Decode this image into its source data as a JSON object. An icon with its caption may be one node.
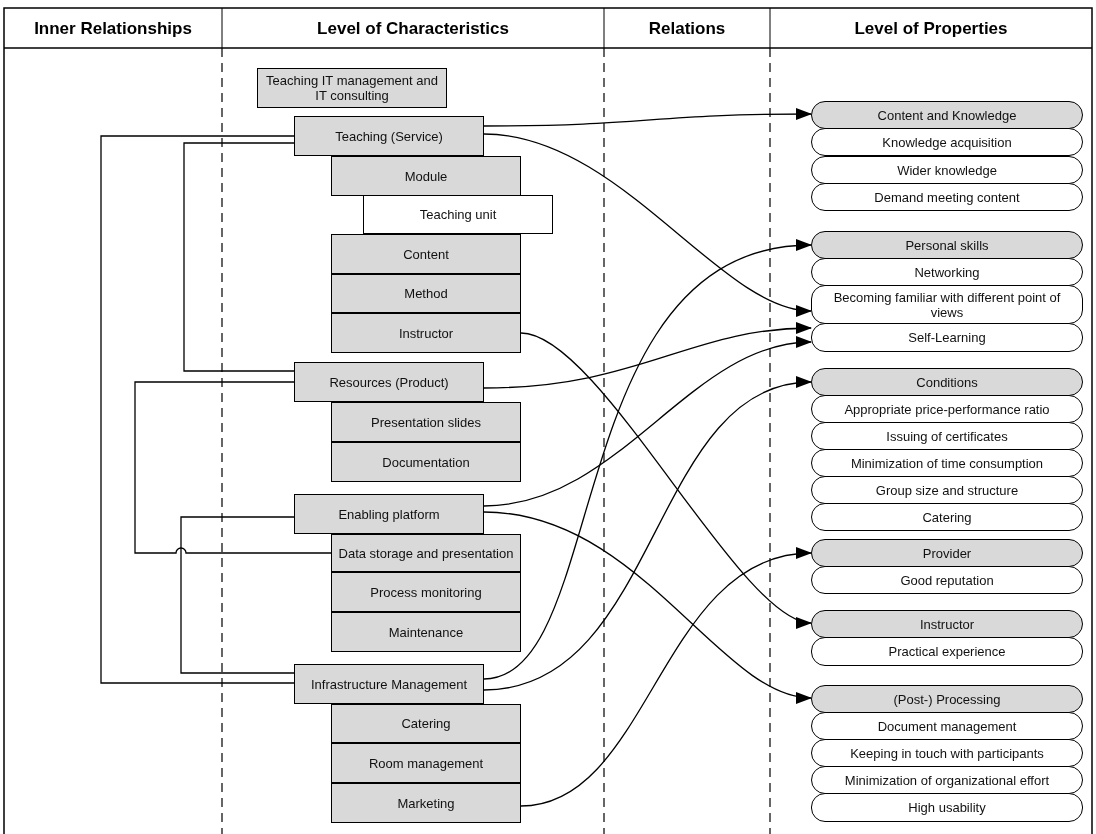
{
  "diagram": {
    "nodes": [
      {
        "text": [
          "Teaching IT management and IT consulting"
        ]
      },
      {
        "text": [
          "Teaching (Service)"
        ]
      },
      {
        "text": [
          "Module"
        ]
      },
      {
        "text": [
          "Teaching unit"
        ]
      },
      {
        "text": [
          "Content"
        ]
      },
      {
        "text": [
          "Method"
        ]
      },
      {
        "text": [
          "Instructor"
        ]
      },
      {
        "text": [
          "Resources (Product)"
        ]
      },
      {
        "text": [
          "Presentation slides"
        ]
      },
      {
        "text": [
          "Documentation"
        ]
      },
      {
        "text": [
          "Enabling platform"
        ]
      },
      {
        "text": [
          "Data storage and presentation"
        ]
      },
      {
        "text": [
          "Process monitoring"
        ]
      },
      {
        "text": [
          "Maintenance"
        ]
      },
      {
        "text": [
          "Infrastructure Management"
        ]
      },
      {
        "text": [
          "Catering"
        ]
      },
      {
        "text": [
          "Room management"
        ]
      },
      {
        "text": [
          "Marketing"
        ]
      },
      {
        "text": [
          "Content and Knowledge"
        ]
      },
      {
        "text": [
          "Knowledge acquisition"
        ]
      },
      {
        "text": [
          "Wider knowledge"
        ]
      },
      {
        "text": [
          "Demand meeting content"
        ]
      },
      {
        "text": [
          "Personal skills"
        ]
      },
      {
        "text": [
          "Networking"
        ]
      },
      {
        "text": [
          "Becoming familiar with different point of views"
        ]
      },
      {
        "text": [
          "Self-Learning"
        ]
      },
      {
        "text": [
          "Conditions"
        ]
      },
      {
        "text": [
          "Appropriate price-performance ratio"
        ]
      },
      {
        "text": [
          "Issuing of certificates"
        ]
      },
      {
        "text": [
          "Minimization of time consumption"
        ]
      },
      {
        "text": [
          "Group size and structure"
        ]
      },
      {
        "text": [
          "Catering"
        ]
      },
      {
        "text": [
          "Provider"
        ]
      },
      {
        "text": [
          "Good reputation"
        ]
      },
      {
        "text": [
          "Instructor"
        ]
      },
      {
        "text": [
          "Practical experience"
        ]
      },
      {
        "text": [
          "(Post-) Processing"
        ]
      },
      {
        "text": [
          "Document management"
        ]
      },
      {
        "text": [
          "Keeping in touch with participants"
        ]
      },
      {
        "text": [
          "Minimization of organizational effort"
        ]
      },
      {
        "text": [
          "High usability"
        ]
      }
    ],
    "edges": [
      {
        "from": 1,
        "to": 14,
        "arrow": "none"
      },
      {
        "from": 1,
        "to": 7,
        "arrow": "none"
      },
      {
        "from": 7,
        "to": 11,
        "arrow": "none"
      },
      {
        "from": 10,
        "to": 14,
        "arrow": "none"
      },
      {
        "from": 1,
        "to": 18,
        "arrow": "to"
      },
      {
        "from": 1,
        "to": 24,
        "arrow": "to"
      },
      {
        "from": 6,
        "to": 34,
        "arrow": "to"
      },
      {
        "from": 7,
        "to": 25,
        "arrow": "to"
      },
      {
        "from": 10,
        "to": 25,
        "arrow": "to"
      },
      {
        "from": 10,
        "to": 36,
        "arrow": "to"
      },
      {
        "from": 14,
        "to": 22,
        "arrow": "to"
      },
      {
        "from": 14,
        "to": 26,
        "arrow": "to"
      },
      {
        "from": 17,
        "to": 32,
        "arrow": "to"
      }
    ],
    "labels": [
      "Inner Relationships",
      "Level of Characteristics",
      "Relations",
      "Level of Properties"
    ]
  }
}
